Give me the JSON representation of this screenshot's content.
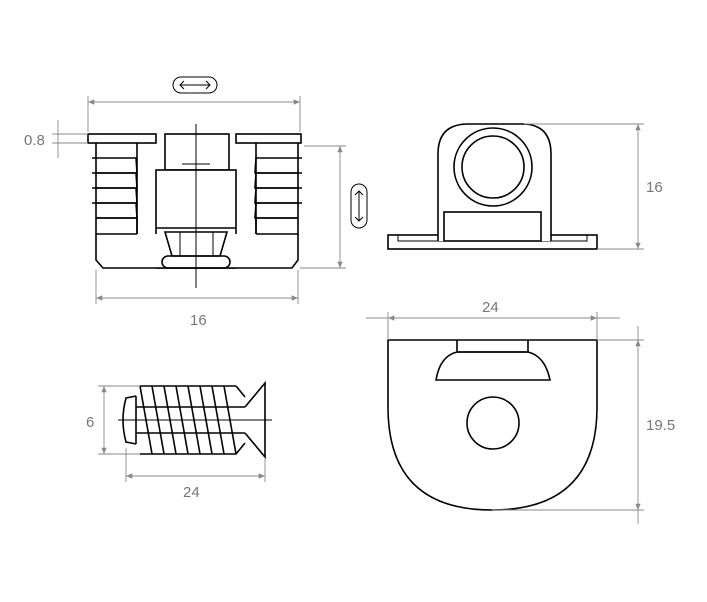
{
  "dimensions": {
    "thickness": "0.8",
    "front_width": "16",
    "side_height": "16",
    "plan_width": "24",
    "plan_depth": "19.5",
    "screw_diameter": "6",
    "screw_length": "24"
  },
  "symbols": {
    "horizontal_adjust": "horizontal-arrow-icon",
    "vertical_adjust": "vertical-arrow-icon"
  }
}
